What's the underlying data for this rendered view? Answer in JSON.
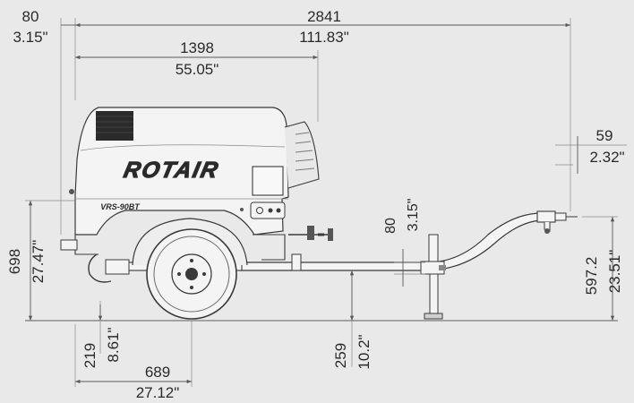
{
  "brand": {
    "logo_text": "ROTAIR",
    "panel_text": "VRS-90BT"
  },
  "colors": {
    "background": "#e9e9e9",
    "ink": "#2a2a2a",
    "body_fill": "#f4f4f4",
    "grille": "#2b2b2b"
  },
  "dimensions": {
    "offset_front": {
      "mm": "80",
      "in": "3.15\""
    },
    "overall_length": {
      "mm": "2841",
      "in": "111.83\""
    },
    "body_length": {
      "mm": "1398",
      "in": "55.05\""
    },
    "hitch_drop": {
      "mm": "59",
      "in": "2.32\""
    },
    "jack_offset": {
      "mm": "80",
      "in": "3.15\""
    },
    "overall_height": {
      "mm": "698",
      "in": "27.47\""
    },
    "hitch_height": {
      "mm": "597.2",
      "in": "23.51\""
    },
    "ground_clearance": {
      "mm": "219",
      "in": "8.61\""
    },
    "axle_position": {
      "mm": "689",
      "in": "27.12\""
    },
    "frame_clearance": {
      "mm": "259",
      "in": "10.2\""
    }
  }
}
